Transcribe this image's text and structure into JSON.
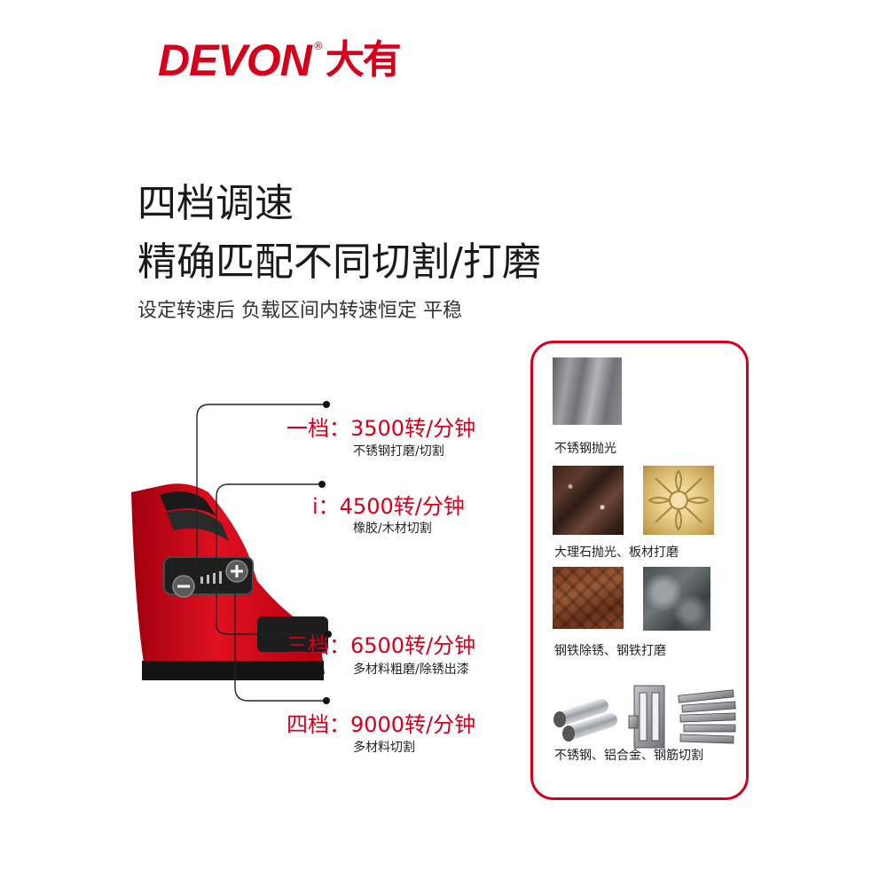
{
  "logo": {
    "brand": "DEVON",
    "registered": "®",
    "cn": "大有"
  },
  "headline": {
    "line1": "四档调速",
    "line2": "精确匹配不同切割/打磨",
    "sub": "设定转速后 负载区间内转速恒定 平稳"
  },
  "speeds": [
    {
      "label": "一档：3500转/分钟",
      "desc": "不锈钢打磨/切割"
    },
    {
      "label": "i：4500转/分钟",
      "desc": "橡胶/木材切割"
    },
    {
      "label": "三档：6500转/分钟",
      "desc": "多材料粗磨/除锈出漆"
    },
    {
      "label": "四档：9000转/分钟",
      "desc": "多材料切割"
    }
  ],
  "materials": [
    {
      "caption": "不锈钢抛光"
    },
    {
      "caption": "大理石抛光、板材打磨"
    },
    {
      "caption": "钢铁除锈、钢铁打磨"
    },
    {
      "caption": "不锈钢、铝合金、钢筋切割"
    }
  ],
  "colors": {
    "accent": "#d6001c",
    "text": "#1a1a1a"
  },
  "icons": [
    "minus-icon",
    "plus-icon",
    "speed-indicator-icon"
  ]
}
